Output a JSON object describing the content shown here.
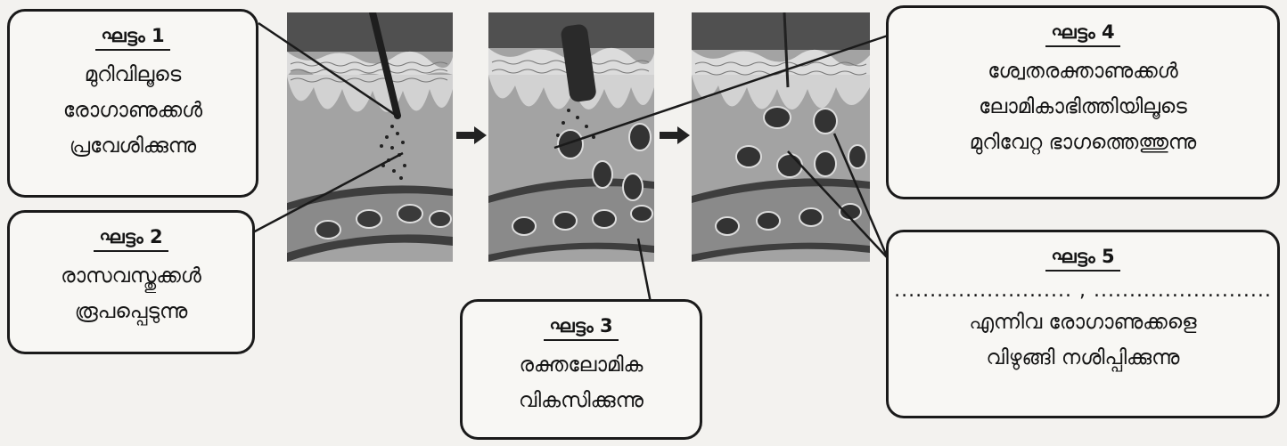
{
  "stages": [
    {
      "heading": "ഘട്ടം 1",
      "lines": [
        "മുറിവിലൂടെ",
        "രോഗാണുക്കൾ",
        "പ്രവേശിക്കുന്നു"
      ]
    },
    {
      "heading": "ഘട്ടം 2",
      "lines": [
        "രാസവസ്തുക്കൾ",
        "രൂപപ്പെടുന്നു"
      ]
    },
    {
      "heading": "ഘട്ടം 3",
      "lines": [
        "രക്തലോമിക",
        "വികസിക്കുന്നു"
      ]
    },
    {
      "heading": "ഘട്ടം 4",
      "lines": [
        "ശ്വേതരക്താണുക്കൾ",
        "ലോമികാഭിത്തിയിലൂടെ",
        "മുറിവേറ്റ ഭാഗത്തെത്തുന്നു"
      ]
    },
    {
      "heading": "ഘട്ടം 5",
      "blanks": "......................... , .........................",
      "lines": [
        "എന്നിവ രോഗാണുക്കളെ",
        "വിഴുങ്ങി നശിപ്പിക്കുന്നു"
      ]
    }
  ],
  "colors": {
    "ink": "#1a1a1a",
    "paper": "#f8f7f4",
    "tissue": "#9b9b9b",
    "skin": "#4d4d4d",
    "vessel": "#3e3e3e"
  }
}
